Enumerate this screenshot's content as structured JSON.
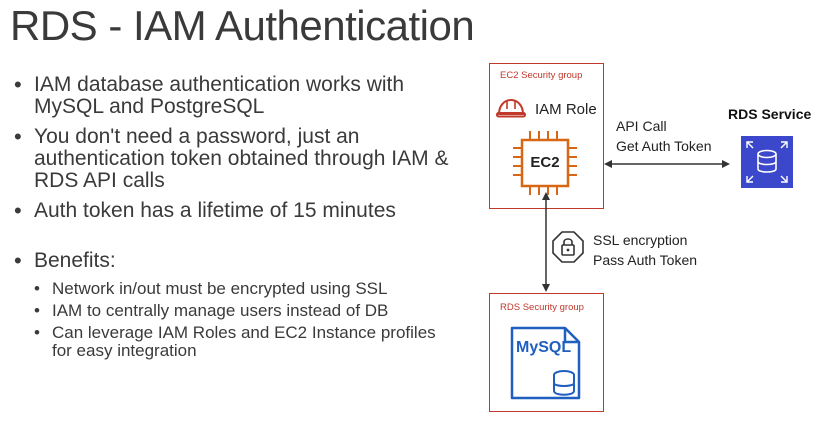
{
  "slide": {
    "title": "RDS - IAM Authentication",
    "bullets": [
      "IAM database authentication works with MySQL and PostgreSQL",
      "You don't need a password, just an authentication token obtained through IAM & RDS API calls",
      "Auth token has a lifetime of 15 minutes"
    ],
    "benefits": {
      "label": "Benefits:",
      "items": [
        "Network in/out must be encrypted using SSL",
        "IAM to centrally manage users instead of DB",
        "Can leverage IAM Roles and EC2 Instance profiles for easy integration"
      ]
    }
  },
  "diagram": {
    "ec2_group": {
      "label": "EC2 Security group",
      "role_label": "IAM Role",
      "instance_label": "EC2"
    },
    "rds_group": {
      "label": "RDS Security group",
      "db_label": "MySQL"
    },
    "rds_service": {
      "label": "RDS Service"
    },
    "api_call": {
      "line1": "API Call",
      "line2": "Get Auth Token"
    },
    "ssl": {
      "line1": "SSL encryption",
      "line2": "Pass Auth Token"
    },
    "colors": {
      "security_group": "#c0392b",
      "ec2": "#d86613",
      "rds_db": "#1f5fbf",
      "rds_service": "#3b48cc",
      "arrow": "#333333"
    },
    "icons": {
      "iam_role": "hard-hat-icon",
      "ec2": "ec2-chip-icon",
      "rds_service": "rds-database-icon",
      "ssl": "padlock-icon",
      "mysql_db": "database-cylinder-icon"
    }
  }
}
